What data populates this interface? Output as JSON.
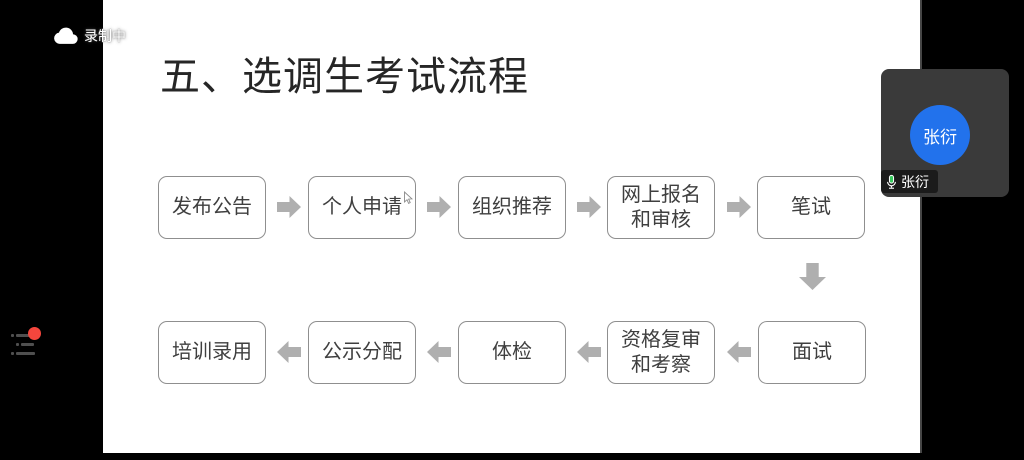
{
  "colors": {
    "title-text": "#262626",
    "box-border": "#8f8f8f",
    "box-text": "#3f3f3f",
    "arrow-gray": "#afafaf",
    "avatar-blue": "#2272ec",
    "mic-green": "#38c95d",
    "badge-red": "#f5463d"
  },
  "recording": {
    "label": "录制中"
  },
  "slide": {
    "title": "五、选调生考试流程",
    "flowchart": {
      "row1": [
        [
          "发布公告"
        ],
        [
          "个人申请"
        ],
        [
          "组织推荐"
        ],
        [
          "网上报名",
          "和审核"
        ],
        [
          "笔试"
        ]
      ],
      "row2": [
        [
          "培训录用"
        ],
        [
          "公示分配"
        ],
        [
          "体检"
        ],
        [
          "资格复审",
          "和考察"
        ],
        [
          "面试"
        ]
      ]
    }
  },
  "participant": {
    "avatar_label": "张衍",
    "name": "张衍"
  }
}
